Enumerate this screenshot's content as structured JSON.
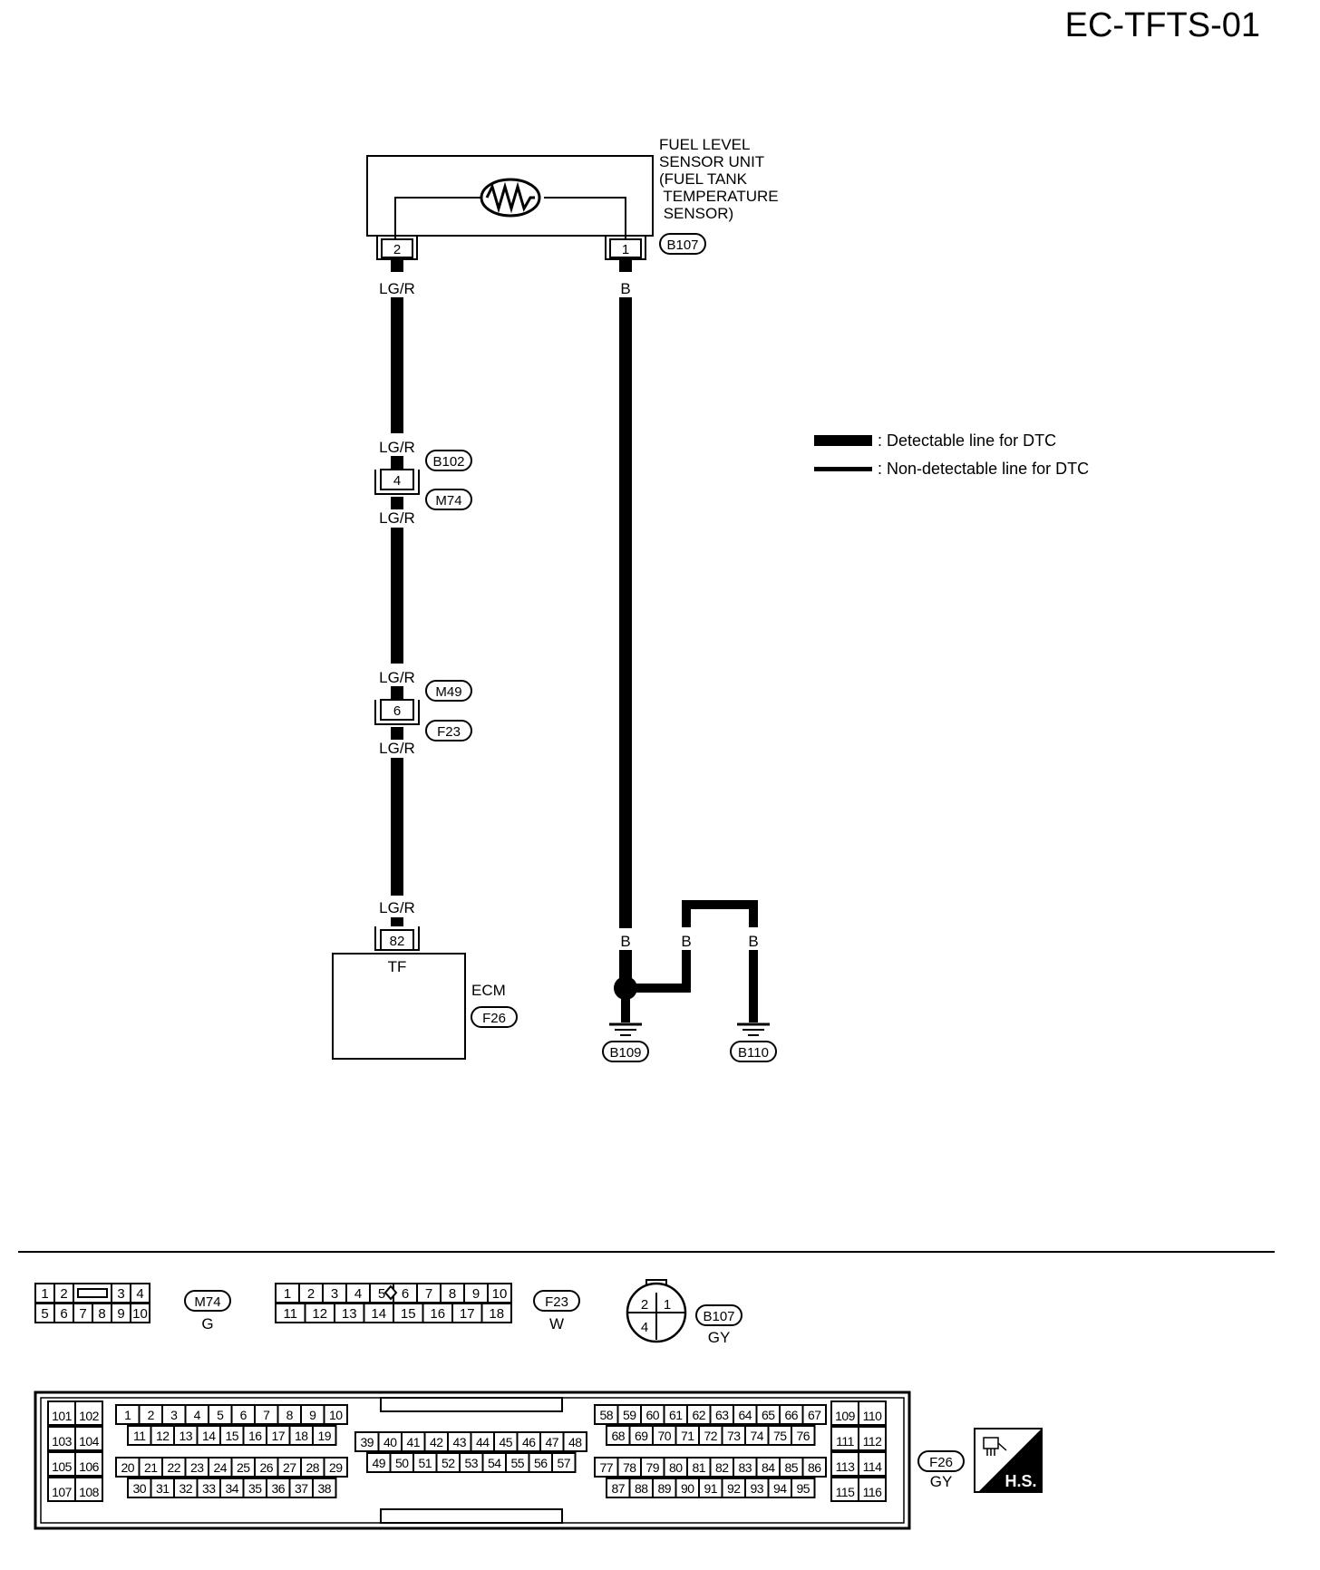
{
  "page": {
    "code": "EC-TFTS-01"
  },
  "sensor": {
    "label_lines": [
      "FUEL LEVEL",
      "SENSOR UNIT",
      "(FUEL TANK",
      " TEMPERATURE",
      " SENSOR)"
    ],
    "connector": "B107",
    "pin_left": "2",
    "pin_right": "1"
  },
  "wires": {
    "lgr": "LG/R",
    "b": "B"
  },
  "joint1": {
    "pin": "4",
    "connector_top": "B102",
    "connector_bottom": "M74"
  },
  "joint2": {
    "pin": "6",
    "connector_top": "M49",
    "connector_bottom": "F23"
  },
  "ecm": {
    "pin": "82",
    "terminal": "TF",
    "label": "ECM",
    "connector": "F26"
  },
  "grounds": [
    "B109",
    "B110"
  ],
  "legend": {
    "detectable": ": Detectable line for DTC",
    "non_detectable": ": Non-detectable line for DTC"
  },
  "connectors": {
    "m74": {
      "id": "M74",
      "color": "G",
      "top": [
        "1",
        "2",
        "3",
        "4"
      ],
      "bottom": [
        "5",
        "6",
        "7",
        "8",
        "9",
        "10"
      ]
    },
    "f23": {
      "id": "F23",
      "color": "W",
      "top": [
        "1",
        "2",
        "3",
        "4",
        "5",
        "6",
        "7",
        "8",
        "9",
        "10"
      ],
      "bottom": [
        "11",
        "12",
        "13",
        "14",
        "15",
        "16",
        "17",
        "18"
      ]
    },
    "b107": {
      "id": "B107",
      "color": "GY",
      "pins": [
        "2",
        "1",
        "4"
      ]
    },
    "f26": {
      "id": "F26",
      "color": "GY",
      "left_block": [
        "101",
        "102",
        "103",
        "104",
        "105",
        "106",
        "107",
        "108"
      ],
      "right_block": [
        "109",
        "110",
        "111",
        "112",
        "113",
        "114",
        "115",
        "116"
      ],
      "rows": [
        [
          "1",
          "2",
          "3",
          "4",
          "5",
          "6",
          "7",
          "8",
          "9",
          "10"
        ],
        [
          "11",
          "12",
          "13",
          "14",
          "15",
          "16",
          "17",
          "18",
          "19"
        ],
        [
          "20",
          "21",
          "22",
          "23",
          "24",
          "25",
          "26",
          "27",
          "28",
          "29"
        ],
        [
          "30",
          "31",
          "32",
          "33",
          "34",
          "35",
          "36",
          "37",
          "38"
        ],
        [
          "39",
          "40",
          "41",
          "42",
          "43",
          "44",
          "45",
          "46",
          "47",
          "48"
        ],
        [
          "49",
          "50",
          "51",
          "52",
          "53",
          "54",
          "55",
          "56",
          "57"
        ],
        [
          "58",
          "59",
          "60",
          "61",
          "62",
          "63",
          "64",
          "65",
          "66",
          "67"
        ],
        [
          "68",
          "69",
          "70",
          "71",
          "72",
          "73",
          "74",
          "75",
          "76"
        ],
        [
          "77",
          "78",
          "79",
          "80",
          "81",
          "82",
          "83",
          "84",
          "85",
          "86"
        ],
        [
          "87",
          "88",
          "89",
          "90",
          "91",
          "92",
          "93",
          "94",
          "95"
        ]
      ]
    }
  },
  "hs_badge": "H.S."
}
